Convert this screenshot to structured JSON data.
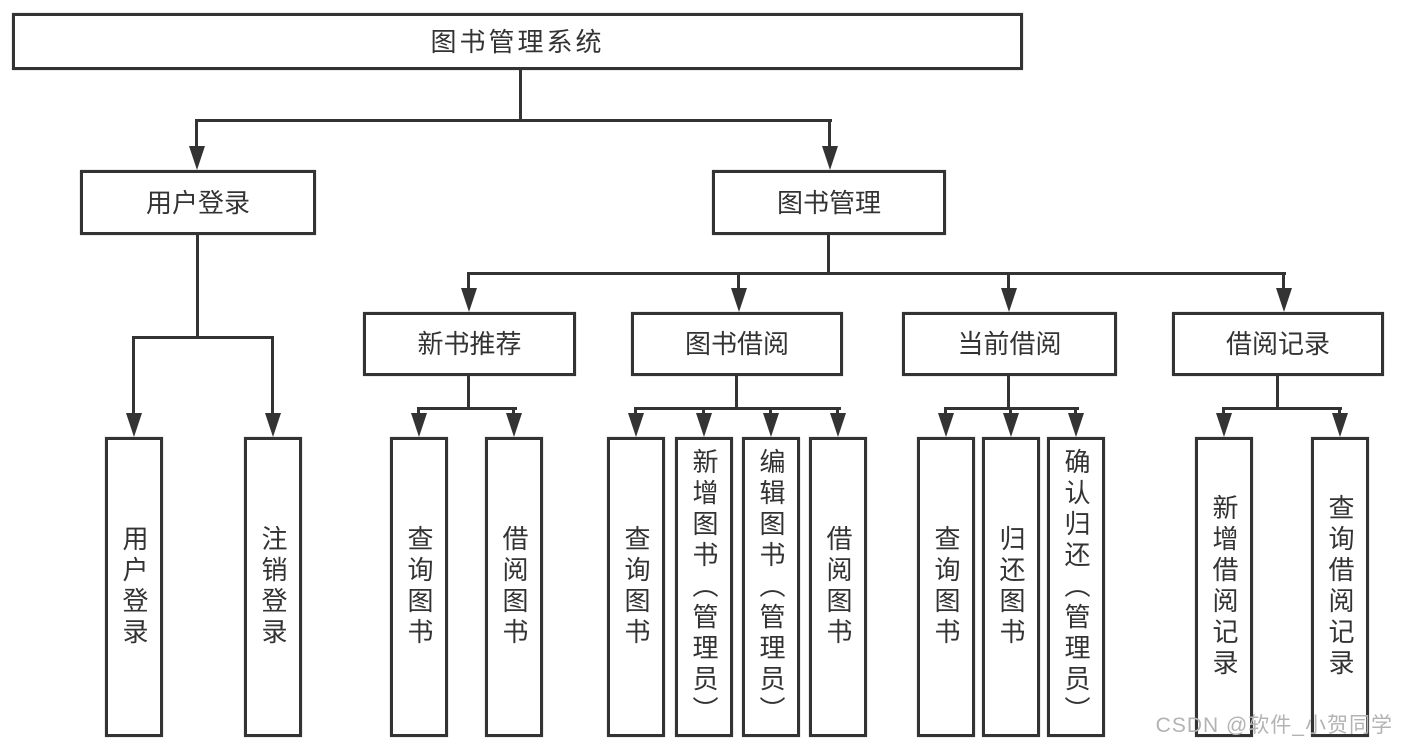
{
  "nodes": {
    "root": "图书管理系统",
    "user_login": "用户登录",
    "book_management": "图书管理",
    "new_book_recommend": "新书推荐",
    "book_borrow": "图书借阅",
    "current_borrow": "当前借阅",
    "borrow_record": "借阅记录",
    "leaf_user_login": "用户登录",
    "leaf_logout": "注销登录",
    "leaf_nr_query_book": "查询图书",
    "leaf_nr_borrow_book": "借阅图书",
    "leaf_bb_query_book": "查询图书",
    "leaf_bb_add_book": "新增图书（管理员）",
    "leaf_bb_edit_book": "编辑图书（管理员）",
    "leaf_bb_borrow_book": "借阅图书",
    "leaf_cb_query_book": "查询图书",
    "leaf_cb_return_book": "归还图书",
    "leaf_cb_confirm_return": "确认归还（管理员）",
    "leaf_br_add_record": "新增借阅记录",
    "leaf_br_query_record": "查询借阅记录"
  },
  "watermark": "CSDN @软件_小贺同学",
  "colors": {
    "line": "#333333",
    "text": "#333333",
    "background": "#ffffff",
    "watermark": "#b3b3b3"
  }
}
